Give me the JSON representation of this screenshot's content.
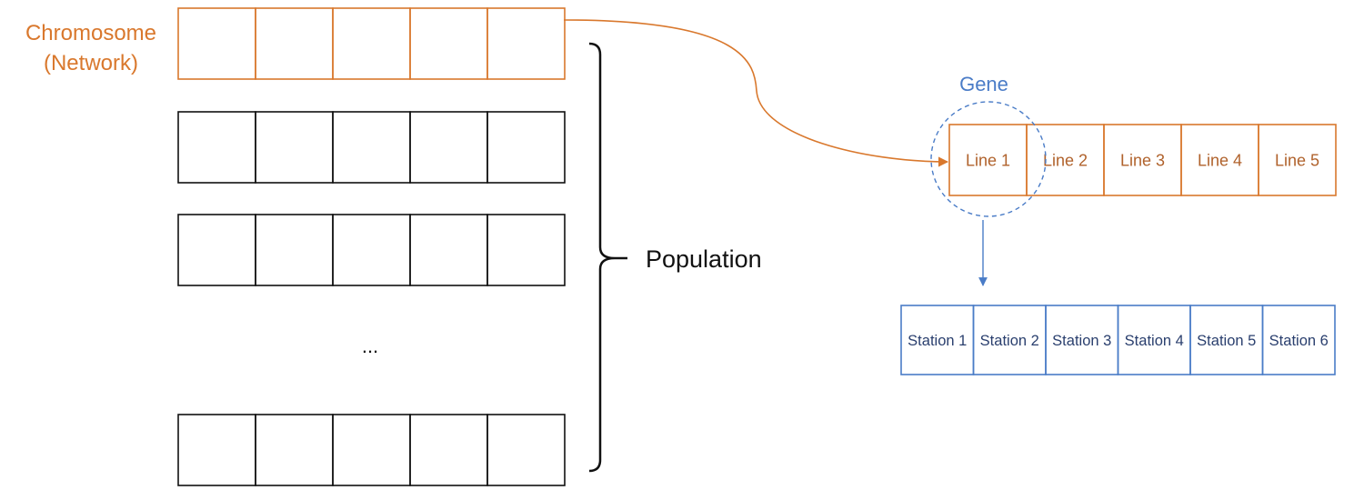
{
  "chromosome": {
    "label_line1": "Chromosome",
    "label_line2": "(Network)",
    "cell_count": 5
  },
  "population": {
    "label": "Population",
    "ellipsis": "...",
    "row_count_drawn": 4
  },
  "gene": {
    "label": "Gene",
    "lines": [
      "Line 1",
      "Line 2",
      "Line 3",
      "Line 4",
      "Line 5"
    ],
    "stations": [
      "Station 1",
      "Station 2",
      "Station 3",
      "Station 4",
      "Station 5",
      "Station 6"
    ]
  },
  "colors": {
    "chromosome": "#D9782D",
    "black": "#111111",
    "gene_text": "#4A7CC7",
    "lines_text": "#B0622C",
    "station_border": "#4A7CC7",
    "station_text": "#2A3F6E"
  }
}
